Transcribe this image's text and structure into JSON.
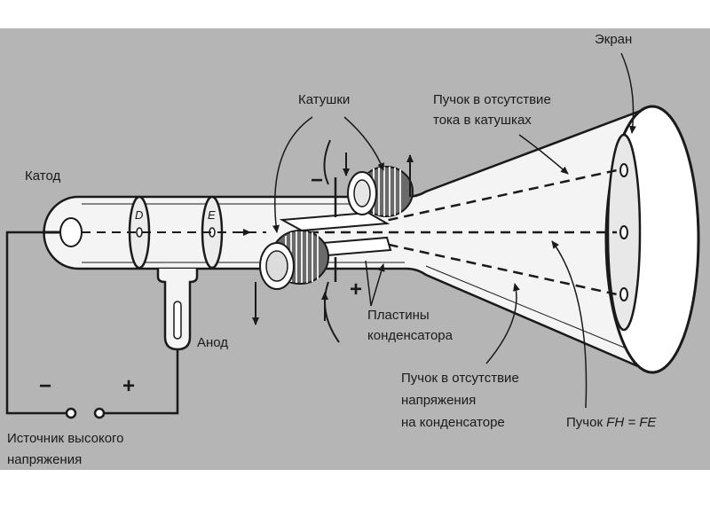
{
  "colors": {
    "background": "#b5b5b5",
    "tube_fill": "#f4f4f4",
    "tube_stroke": "#1a1a1a",
    "text": "#1a1a1a"
  },
  "labels": {
    "cathode": "Катод",
    "anode": "Анод",
    "coils": "Катушки",
    "screen": "Экран",
    "beam_no_current": [
      "Пучок в отсутствие",
      "тока в катушках"
    ],
    "plates": [
      "Пластины",
      "конденсатора"
    ],
    "beam_no_voltage": [
      "Пучок в отсутствие",
      "напряжения",
      "на конденсаторе"
    ],
    "beam_balanced_prefix": "Пучок ",
    "beam_balanced_formula": "FH = FE",
    "source": [
      "Источник высокого",
      "напряжения"
    ],
    "diaphragm_d": "D",
    "diaphragm_e": "E",
    "minus": "−",
    "plus": "+"
  }
}
